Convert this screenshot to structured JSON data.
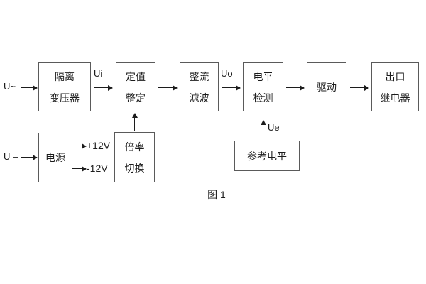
{
  "diagram": {
    "caption": "图 1",
    "colors": {
      "background": "#ffffff",
      "box_border": "#5a5a5a",
      "ink": "#1c1c1c"
    },
    "inputs": {
      "ac": "U~",
      "dc": "U –"
    },
    "signals": {
      "ui": "Ui",
      "uo": "Uo",
      "ue": "Ue",
      "plus12": "+12V",
      "minus12": "-12V"
    },
    "blocks": {
      "isolation_transformer": {
        "line1": "隔离",
        "line2": "变压器"
      },
      "setpoint_adjust": {
        "line1": "定值",
        "line2": "整定"
      },
      "rectifier_filter": {
        "line1": "整流",
        "line2": "滤波"
      },
      "level_detect": {
        "line1": "电平",
        "line2": "检测"
      },
      "driver": {
        "line1": "驱动",
        "line2": ""
      },
      "output_relay": {
        "line1": "出口",
        "line2": "继电器"
      },
      "power_supply": {
        "line1": "电源",
        "line2": ""
      },
      "multiplier_switch": {
        "line1": "倍率",
        "line2": "切换"
      },
      "reference_level": {
        "line1": "参考电平",
        "line2": ""
      }
    }
  }
}
